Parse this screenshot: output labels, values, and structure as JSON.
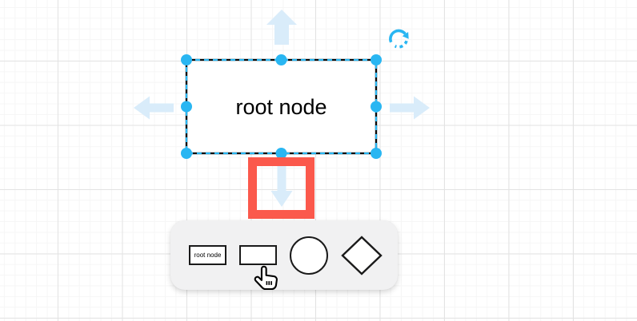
{
  "canvas": {
    "node": {
      "label": "root node",
      "shape": "rectangle"
    },
    "selection": {
      "handle_count": 8,
      "border_style": "dashed blue over black",
      "icons": [
        "rotate-clockwise-icon",
        "arrow-up-icon",
        "arrow-left-icon",
        "arrow-right-icon",
        "arrow-down-icon"
      ]
    },
    "drop_target": {
      "shape": "square-outline"
    }
  },
  "shape_picker": {
    "items": [
      {
        "type": "rectangle",
        "label": "root node"
      },
      {
        "type": "rectangle",
        "label": ""
      },
      {
        "type": "circle",
        "label": ""
      },
      {
        "type": "diamond",
        "label": ""
      }
    ]
  },
  "cursor": {
    "icon": "hand-pointer-icon"
  },
  "colors": {
    "selection_blue": "#29b6f2",
    "arrow_blue": "#d9ecfa",
    "target_red": "#fb594c",
    "node_stroke": "#0a0a0a",
    "shape_stroke": "#1a1a1a",
    "popup_bg": "#f1f1f2",
    "grid_minor": "#f6f6f6",
    "grid_major": "#e3e3e3",
    "label_color": "#000000"
  }
}
